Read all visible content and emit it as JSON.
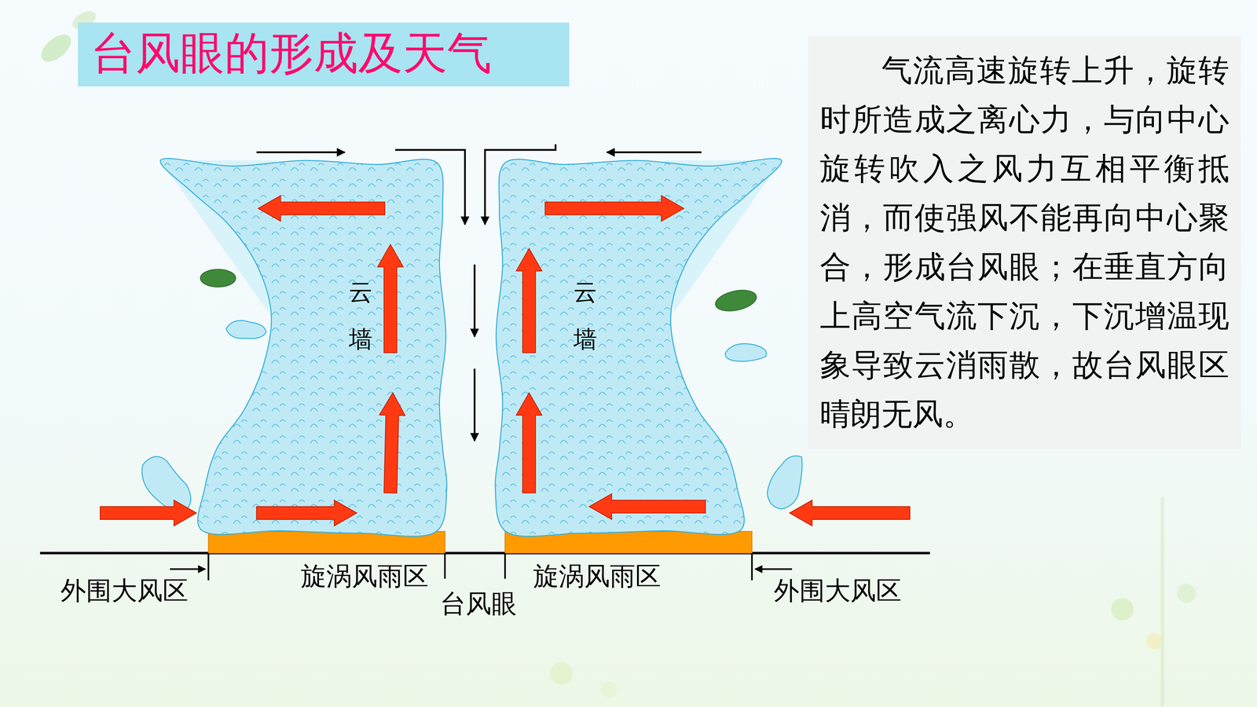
{
  "diagram": {
    "title": "台风眼的形成及天气",
    "nodes": [
      {
        "text": [
          "云墙"
        ]
      },
      {
        "text": [
          "云墙"
        ]
      },
      {
        "text": [
          "气流高速旋转上升，旋转时所造成之离心力，与向中心旋转吹入之风力互相平衡抵消，而使强风不能再向中心聚合，形成台风眼；在垂直方向上高空气流下沉，下沉增温现象导致云消雨散，故台风眼区晴朗无风。"
        ]
      }
    ],
    "labels": [
      "外围大风区",
      "旋涡风雨区",
      "台风眼",
      "旋涡风雨区",
      "外围大风区"
    ]
  }
}
